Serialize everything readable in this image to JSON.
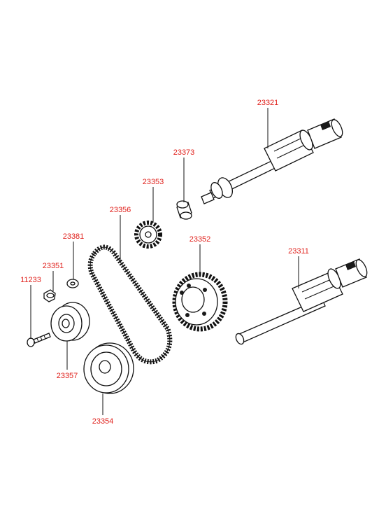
{
  "diagram": {
    "colors": {
      "label": "#e0201b",
      "line": "#111111",
      "background": "#ffffff"
    },
    "labels": {
      "p23321": "23321",
      "p23373": "23373",
      "p23353": "23353",
      "p23356": "23356",
      "p23352": "23352",
      "p23381": "23381",
      "p23351": "23351",
      "p11233": "11233",
      "p23311": "23311",
      "p23357": "23357",
      "p23354": "23354"
    }
  }
}
